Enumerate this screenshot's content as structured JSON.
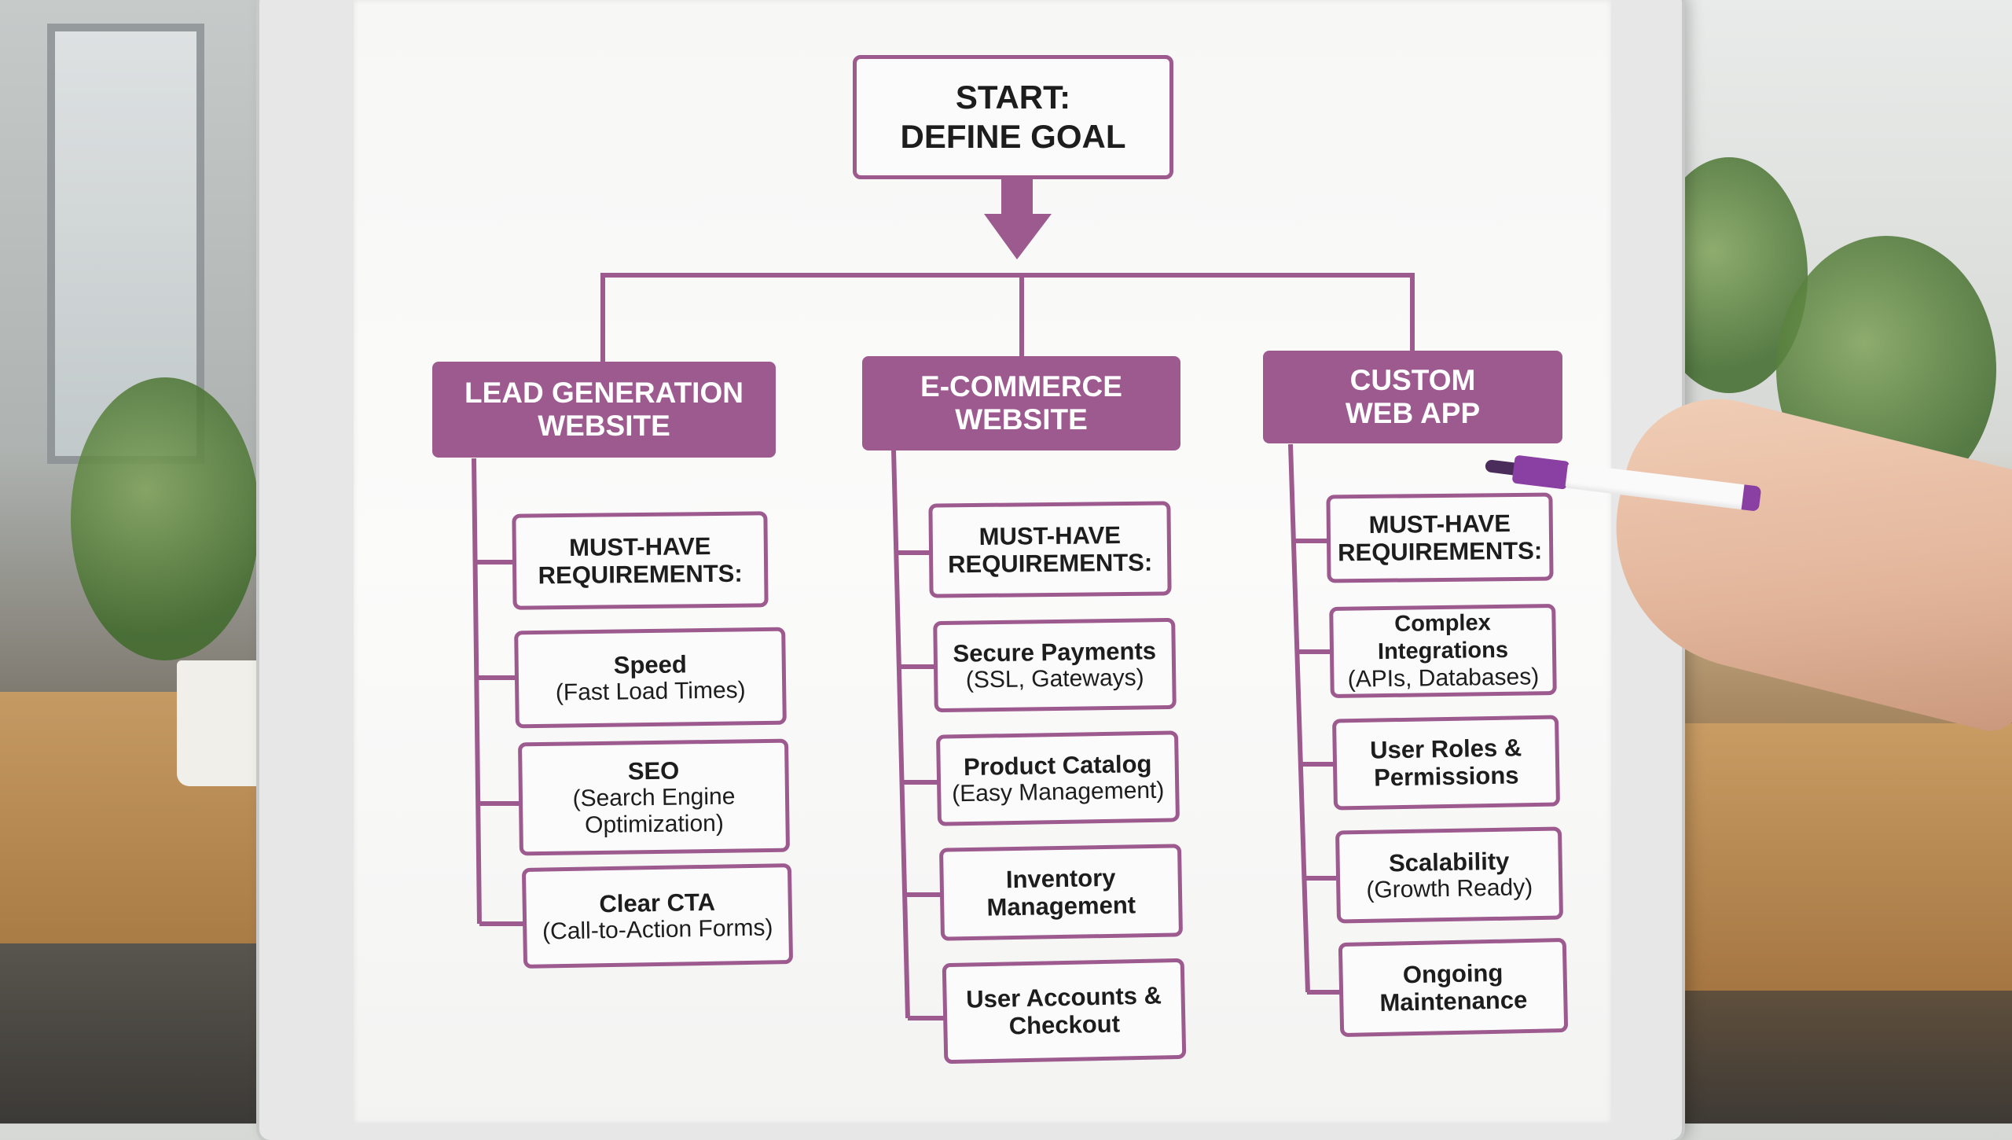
{
  "start": {
    "line1": "START:",
    "line2": "DEFINE GOAL"
  },
  "branches": [
    {
      "title": "LEAD GENERATION\nWEBSITE",
      "items": [
        {
          "main": "MUST-HAVE\nREQUIREMENTS:",
          "sub": ""
        },
        {
          "main": "Speed",
          "sub": "(Fast Load Times)"
        },
        {
          "main": "SEO",
          "sub": "(Search Engine\nOptimization)"
        },
        {
          "main": "Clear CTA",
          "sub": "(Call-to-Action Forms)"
        }
      ]
    },
    {
      "title": "E-COMMERCE\nWEBSITE",
      "items": [
        {
          "main": "MUST-HAVE\nREQUIREMENTS:",
          "sub": ""
        },
        {
          "main": "Secure Payments",
          "sub": "(SSL, Gateways)"
        },
        {
          "main": "Product Catalog",
          "sub": "(Easy Management)"
        },
        {
          "main": "Inventory\nManagement",
          "sub": ""
        },
        {
          "main": "User Accounts &\nCheckout",
          "sub": ""
        }
      ]
    },
    {
      "title": "CUSTOM\nWEB APP",
      "items": [
        {
          "main": "MUST-HAVE\nREQUIREMENTS:",
          "sub": ""
        },
        {
          "main": "Complex Integrations",
          "sub": "(APIs, Databases)"
        },
        {
          "main": "User Roles &\nPermissions",
          "sub": ""
        },
        {
          "main": "Scalability",
          "sub": "(Growth Ready)"
        },
        {
          "main": "Ongoing\nMaintenance",
          "sub": ""
        }
      ]
    }
  ],
  "colors": {
    "accent": "#9d5a8f",
    "marker_cap": "#8a3fa3"
  }
}
